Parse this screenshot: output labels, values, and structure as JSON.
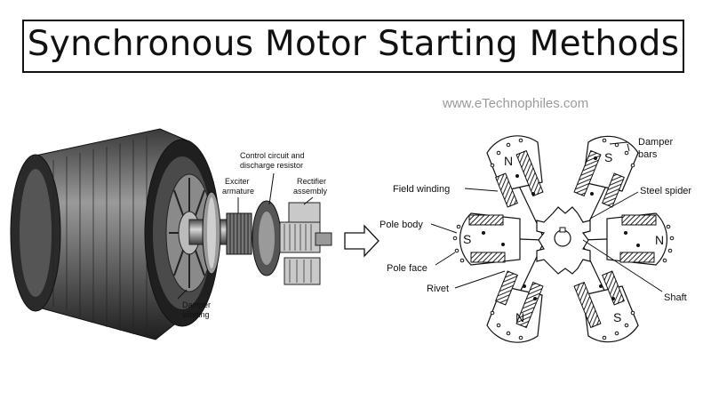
{
  "title": "Synchronous Motor Starting Methods",
  "watermark": "www.eTechnophiles.com",
  "motor_labels": {
    "control_circuit_1": "Control circuit and",
    "control_circuit_2": "discharge resistor",
    "exciter_1": "Exciter",
    "exciter_2": "armature",
    "rectifier_1": "Rectifier",
    "rectifier_2": "assembly",
    "damper_1": "Damper",
    "damper_2": "winding"
  },
  "rotor_labels": {
    "damper_bars_1": "Damper",
    "damper_bars_2": "bars",
    "field_winding": "Field winding",
    "steel_spider": "Steel spider",
    "pole_body": "Pole body",
    "pole_face": "Pole face",
    "rivet": "Rivet",
    "shaft": "Shaft"
  },
  "pole_letters": [
    "N",
    "S",
    "N",
    "S",
    "N",
    "S"
  ],
  "colors": {
    "text": "#111111",
    "watermark": "#9a9a9a",
    "border": "#111111"
  },
  "icons": [
    "arrow-right-icon"
  ]
}
